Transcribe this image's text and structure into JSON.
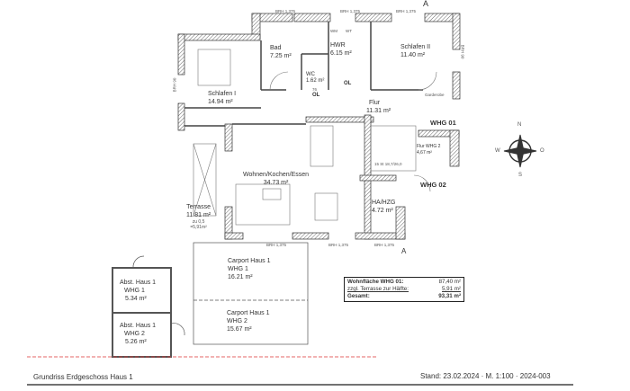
{
  "rooms": {
    "bad": {
      "name": "Bad",
      "area": "7.25 m²"
    },
    "hwr": {
      "name": "HWR",
      "area": "6.15 m²",
      "wm": "WM",
      "wt": "WT"
    },
    "schlafen2": {
      "name": "Schlafen II",
      "area": "11.40 m²",
      "garderobe": "Garderobe"
    },
    "wc": {
      "name": "WC",
      "area": "1.62 m²",
      "door_width": "76",
      "ol": "OL"
    },
    "ol": "OL",
    "schlafen1": {
      "name": "Schlafen I",
      "area": "14.94 m²"
    },
    "flur": {
      "name": "Flur",
      "area": "11.31 m²"
    },
    "wohnen": {
      "name": "Wohnen/Kochen/Essen",
      "area": "34.73 m²"
    },
    "terrasse": {
      "name": "Terrasse",
      "area": "11.81 m²",
      "factor": "zu 0,5",
      "result": "=5,91m²"
    },
    "flur_whg2": {
      "name": "Flur WHG 2",
      "area": "4,67 m²"
    },
    "ha_hzg": {
      "name": "HA/HZG",
      "area": "4.72 m²"
    },
    "whg01": "WHG 01",
    "whg02": "WHG 02",
    "stair": "15 St 18,7/26,0"
  },
  "annotations": {
    "brh": "BRH 1,375",
    "brh_side": "BRH 90",
    "section": "A"
  },
  "compass": {
    "n": "N",
    "s": "S",
    "o": "O",
    "w": "W"
  },
  "outbuildings": {
    "carport1": {
      "line1": "Carport Haus 1",
      "line2": "WHG 1",
      "area": "16.21 m²"
    },
    "carport2": {
      "line1": "Carport Haus 1",
      "line2": "WHG 2",
      "area": "15.67 m²"
    },
    "abst1": {
      "line1": "Abst. Haus 1",
      "line2": "WHG 1",
      "area": "5.34 m²"
    },
    "abst2": {
      "line1": "Abst. Haus 1",
      "line2": "WHG 2",
      "area": "5.26 m²"
    }
  },
  "summary": {
    "wohnflaeche_label": "Wohnfläche WHG 01:",
    "wohnflaeche_value": "87,40 m²",
    "terrasse_label": "zzgl. Terrasse zur Hälfte:",
    "terrasse_value": "5,91 m²",
    "gesamt_label": "Gesamt:",
    "gesamt_value": "93,31 m²"
  },
  "footer": {
    "title": "Grundriss Erdgeschoss Haus 1",
    "stand": "Stand: 23.02.2024 · M. 1:100 · 2024-003"
  }
}
